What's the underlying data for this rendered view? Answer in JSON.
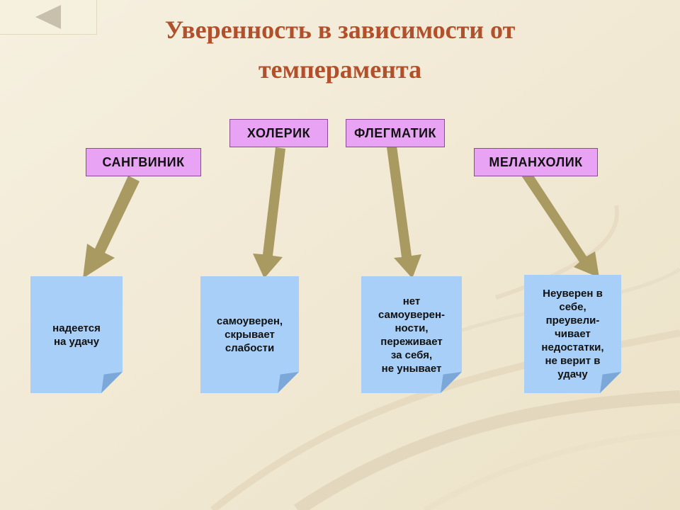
{
  "title": "Уверенность в зависимости от темперамента",
  "colors": {
    "title": "#b1502a",
    "type_box": "#e9a3f5",
    "note": "#a7cff7",
    "arrow": "#a99a62",
    "background": "#f3ecd9"
  },
  "nav": {
    "back_icon": "back-arrow-icon"
  },
  "temperaments": [
    {
      "label": "САНГВИНИК",
      "note": "надеется\nна удачу"
    },
    {
      "label": "ХОЛЕРИК",
      "note": "самоуверен,\nскрывает\nслабости"
    },
    {
      "label": "ФЛЕГМАТИК",
      "note": "нет\nсамоуверен-\nности,\nпереживает\nза себя,\nне унывает"
    },
    {
      "label": "МЕЛАНХОЛИК",
      "note": "Неуверен в\nсебе,\nпреувели-\nчивает\nнедостатки,\nне верит в\nудачу"
    }
  ]
}
